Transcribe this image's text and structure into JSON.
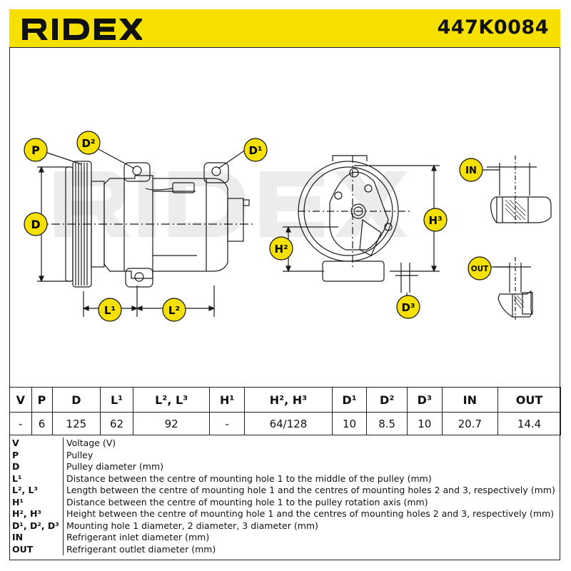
{
  "header": {
    "brand": "RIDEX",
    "part_number": "447K0084"
  },
  "watermark": "RIDEX",
  "diagram_labels": {
    "P": "P",
    "D2": "D²",
    "D1": "D¹",
    "D": "D",
    "L1": "L¹",
    "L2": "L²",
    "H2": "H²",
    "H3": "H³",
    "D3": "D³",
    "IN": "IN",
    "OUT": "OUT"
  },
  "colors": {
    "accent": "#f5e000",
    "line": "#1a1a1a",
    "watermark": "#e6e6e6"
  },
  "spec_table": {
    "headers": [
      "V",
      "P",
      "D",
      "L¹",
      "L², L³",
      "H¹",
      "H², H³",
      "D¹",
      "D²",
      "D³",
      "IN",
      "OUT"
    ],
    "values": [
      "-",
      "6",
      "125",
      "62",
      "92",
      "-",
      "64/128",
      "10",
      "8.5",
      "10",
      "20.7",
      "14.4"
    ]
  },
  "legend": [
    {
      "code": "V",
      "text": "Voltage (V)"
    },
    {
      "code": "P",
      "text": "Pulley"
    },
    {
      "code": "D",
      "text": "Pulley diameter (mm)"
    },
    {
      "code": "L¹",
      "text": "Distance between the centre of mounting hole 1 to the middle of the pulley (mm)"
    },
    {
      "code": "L², L³",
      "text": "Length between the centre of mounting hole 1 and the centres of mounting holes 2 and 3, respectively (mm)"
    },
    {
      "code": "H¹",
      "text": "Distance between the centre of mounting hole 1 to the pulley rotation axis (mm)"
    },
    {
      "code": "H², H³",
      "text": "Height between the centre of mounting hole 1 and the centres of mounting holes 2 and 3, respectively (mm)"
    },
    {
      "code": "D¹, D², D³",
      "text": "Mounting hole 1 diameter, 2 diameter, 3 diameter (mm)"
    },
    {
      "code": "IN",
      "text": "Refrigerant inlet diameter (mm)"
    },
    {
      "code": "OUT",
      "text": "Refrigerant outlet diameter (mm)"
    }
  ]
}
